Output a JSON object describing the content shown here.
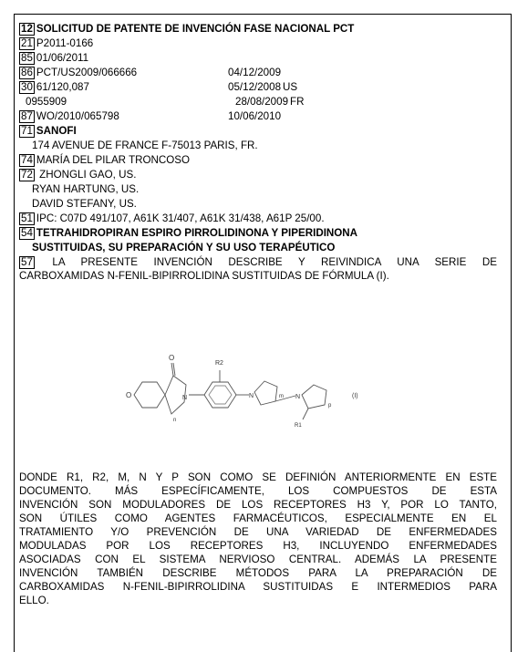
{
  "header": {
    "code12": "12",
    "title": "SOLICITUD DE PATENTE DE INVENCIÓN FASE NACIONAL PCT"
  },
  "filing": [
    {
      "code": "21",
      "text": "P2011-0166"
    },
    {
      "code": "85",
      "text": "01/06/2011"
    }
  ],
  "pct": {
    "code": "86",
    "number": "PCT/US2009/066666",
    "date": "04/12/2009"
  },
  "priority": {
    "code": "30",
    "rows": [
      {
        "number": "61/120,087",
        "date": "05/12/2008",
        "country": "US"
      },
      {
        "number": "0955909",
        "date": "28/08/2009",
        "country": "FR"
      }
    ]
  },
  "publication": {
    "code": "87",
    "number": "WO/2010/065798",
    "date": "10/06/2010"
  },
  "applicant": {
    "code": "71",
    "name": "SANOFI",
    "address": "174 AVENUE DE FRANCE F-75013 PARIS, FR."
  },
  "agent": {
    "code": "74",
    "name": "MARÍA DEL PILAR TRONCOSO"
  },
  "inventors": {
    "code": "72",
    "names": [
      "ZHONGLI GAO, US.",
      "RYAN HARTUNG, US.",
      "DAVID STEFANY, US."
    ]
  },
  "ipc": {
    "code": "51",
    "text": "IPC: C07D 491/107, A61K 31/407, A61K 31/438, A61P 25/00."
  },
  "invention_title": {
    "code": "54",
    "line1": "TETRAHIDROPIRAN ESPIRO PIRROLIDINONA Y PIPERIDINONA",
    "line2": "SUSTITUIDAS, SU PREPARACIÓN Y SU USO TERAPÉUTICO"
  },
  "abstract": {
    "code": "57",
    "intro": [
      "LA PRESENTE INVENCIÓN DESCRIBE Y REIVINDICA UNA SERIE DE",
      "CARBOXAMIDAS N-FENIL-BIPIRROLIDINA SUSTITUIDAS DE FÓRMULA (I)."
    ],
    "formula_labels": {
      "r2": "R2",
      "r1": "R1",
      "o_ring": "O",
      "o_carbonyl": "O",
      "n1": "N",
      "n2": "N",
      "n3": "N",
      "sub_n": "n",
      "sub_m": "m",
      "sub_p": "p",
      "formula_id": "(I)"
    },
    "body": [
      "DONDE R1, R2, M, N Y P SON COMO SE DEFINIÓN ANTERIORMENTE EN ESTE",
      "DOCUMENTO. MÁS ESPECÍFICAMENTE, LOS COMPUESTOS DE ESTA",
      "INVENCIÓN SON MODULADORES DE LOS RECEPTORES H3 Y, POR LO TANTO,",
      "SON ÚTILES COMO AGENTES FARMACÉUTICOS, ESPECIALMENTE EN EL",
      "TRATAMIENTO Y/O PREVENCIÓN DE UNA VARIEDAD DE ENFERMEDADES",
      "MODULADAS POR LOS RECEPTORES H3, INCLUYENDO ENFERMEDADES",
      "ASOCIADAS CON EL SISTEMA NERVIOSO CENTRAL. ADEMÁS LA PRESENTE",
      "INVENCIÓN TAMBIÉN DESCRIBE MÉTODOS PARA LA PREPARACIÓN DE",
      "CARBOXAMIDAS N-FENIL-BIPIRROLIDINA SUSTITUIDAS E INTERMEDIOS PARA",
      "ELLO."
    ]
  }
}
